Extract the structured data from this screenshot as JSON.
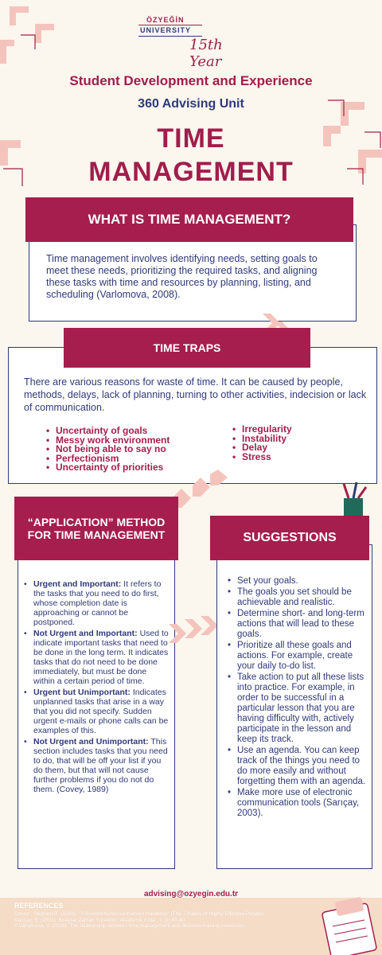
{
  "logo": {
    "line1": "ÖZYEĞİN",
    "line2": "UNIVERSITY",
    "year": "15th Year"
  },
  "header": {
    "title": "Student Development and Experience",
    "subtitle": "360 Advising Unit",
    "main_title_line1": "TIME",
    "main_title_line2": "MANAGEMENT"
  },
  "what_is": {
    "heading": "WHAT IS TIME MANAGEMENT?",
    "text": "Time management involves identifying needs, setting goals to meet these needs, prioritizing the required tasks, and aligning these tasks with time and resources by planning, listing, and scheduling (Varlomova, 2008)."
  },
  "time_traps": {
    "heading": "TIME TRAPS",
    "text": "There are various reasons for waste of time. It can be caused by people, methods, delays, lack of planning, turning to other activities, indecision or lack of communication.",
    "left_items": [
      "Uncertainty of goals",
      "Messy work environment",
      "Not being able to say no",
      "Perfectionism",
      "Uncertainty of priorities"
    ],
    "right_items": [
      "Irregularity",
      "Instability",
      "Delay",
      "Stress"
    ]
  },
  "application": {
    "heading": "“APPLICATION” METHOD FOR TIME MANAGEMENT",
    "items": [
      {
        "title": "Urgent and Important:",
        "text": " It refers to the tasks that you need to do first, whose completion date is approaching or cannot be postponed."
      },
      {
        "title": "Not Urgent and Important:",
        "text": " Used to indicate important tasks that need to be done in the long term. It indicates tasks that do not need to be done immediately, but must be done within a certain period of time."
      },
      {
        "title": "Urgent but Unimportant:",
        "text": " Indicates unplanned tasks that arise in a way that you did not specify. Sudden urgent e-mails or phone calls can be examples of this."
      },
      {
        "title": "Not Urgent and Unimportant:",
        "text": " This section includes tasks that you need to do, that will be off your list if you do them, but that will not cause further problems if you do not do them. (Covey, 1989)"
      }
    ]
  },
  "suggestions": {
    "heading": "SUGGESTIONS",
    "items": [
      "Set your goals.",
      "The goals you set should be achievable and realistic.",
      " Determine short- and long-term actions that will lead to these goals.",
      "Prioritize all these goals and actions. For example, create your daily to-do list.",
      "Take action to put all these lists into practice. For example, in order to be successful in a particular lesson that you are having difficulty with, actively participate in the lesson and keep its track.",
      "Use an agenda. You can keep track of the things you need to do more easily and without forgetting them with an agenda.",
      "Make more use of electronic communication tools (Sarıçay, 2003)."
    ]
  },
  "footer": {
    "contact": "advising@ozyegin.edu.tr",
    "references_title": "REFERENCES",
    "references": [
      "Covey , Stephen R. (1989). \"7 Gewohnheiten wirksamen Handelns\" (The 7 Habits of Highly Effective People).",
      "Sarıçay, Ş. (2003). Bireysel Zaman Yönetimi . Akademik Gida , 1 (3) 40-40.",
      "V.Varlamova, V. (2008). The relationship between time management and decision-making processes."
    ]
  },
  "colors": {
    "maroon": "#a51e4d",
    "navy": "#2e3a78",
    "pink": "#f4c4bc",
    "background": "#fbf6ee"
  }
}
